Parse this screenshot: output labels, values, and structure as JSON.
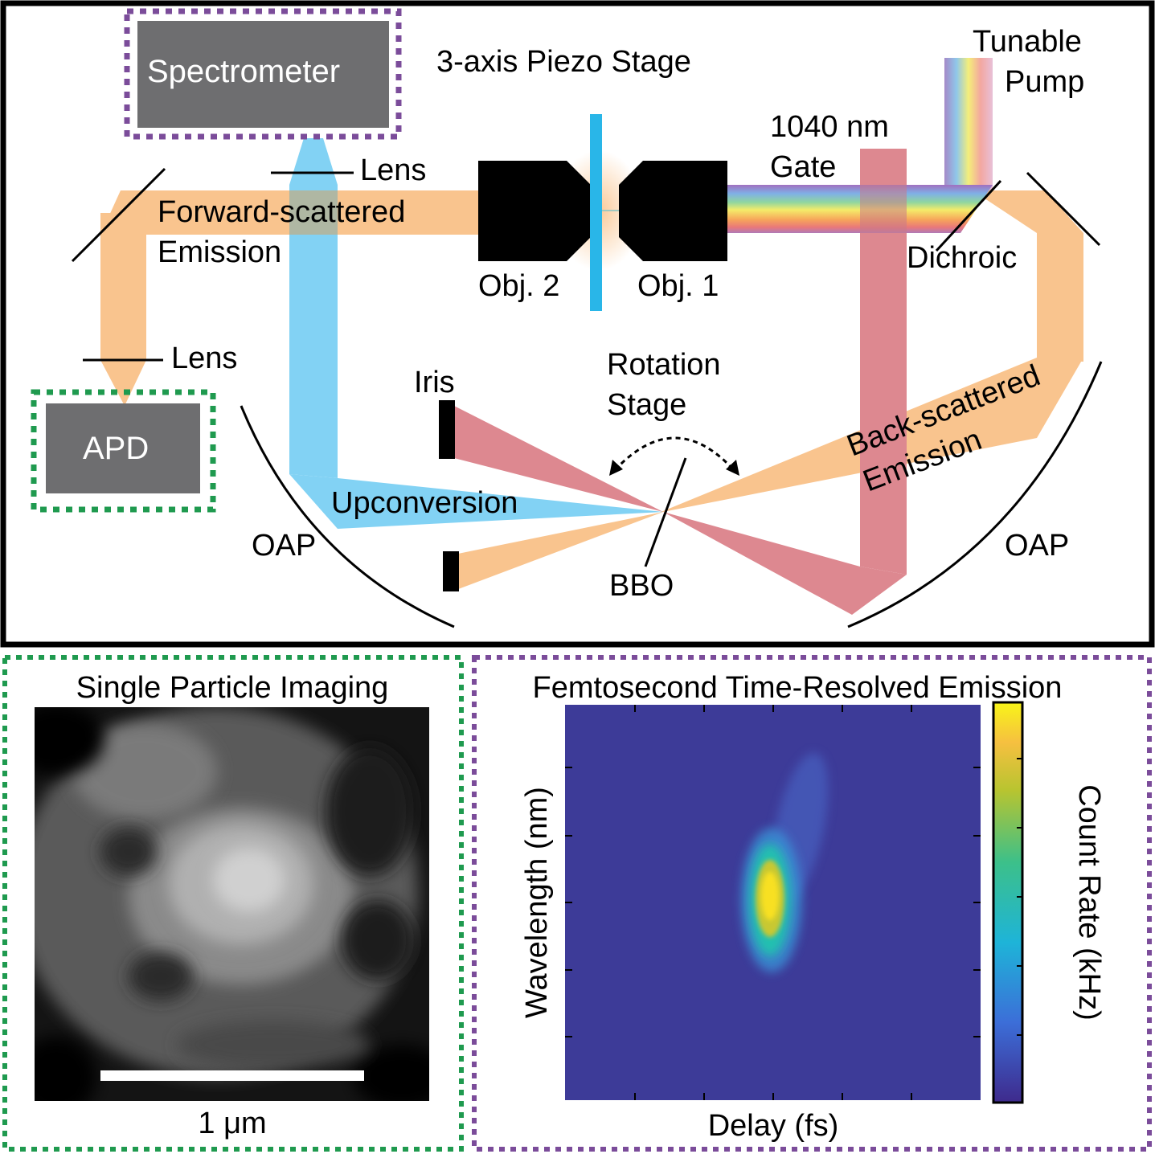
{
  "diagram": {
    "labels": {
      "spectrometer": "Spectrometer",
      "piezo_stage": "3-axis Piezo Stage",
      "tunable": "Tunable",
      "pump": "Pump",
      "gate_1": "1040 nm",
      "gate_2": "Gate",
      "lens_top": "Lens",
      "lens_left": "Lens",
      "forward_1": "Forward-scattered",
      "forward_2": "Emission",
      "obj2": "Obj. 2",
      "obj1": "Obj. 1",
      "dichroic": "Dichroic",
      "apd": "APD",
      "iris": "Iris",
      "rotation_1": "Rotation",
      "rotation_2": "Stage",
      "back_1": "Back-scattered",
      "back_2": "Emission",
      "upconversion": "Upconversion",
      "oap_left": "OAP",
      "oap_right": "OAP",
      "bbo": "BBO"
    },
    "colors": {
      "orange": "#f9c48e",
      "blue": "#82d2f4",
      "red": "#dd8890",
      "gray": "#6e6e70",
      "green": "#1f9a4f",
      "purple": "#7b4c9a"
    }
  },
  "imaging": {
    "title": "Single Particle Imaging",
    "scale_label": "1 μm"
  },
  "tr_emission": {
    "title": "Femtosecond Time-Resolved Emission",
    "xlabel": "Delay (fs)",
    "ylabel": "Wavelength (nm)",
    "colorbar_label": "Count Rate (kHz)"
  }
}
